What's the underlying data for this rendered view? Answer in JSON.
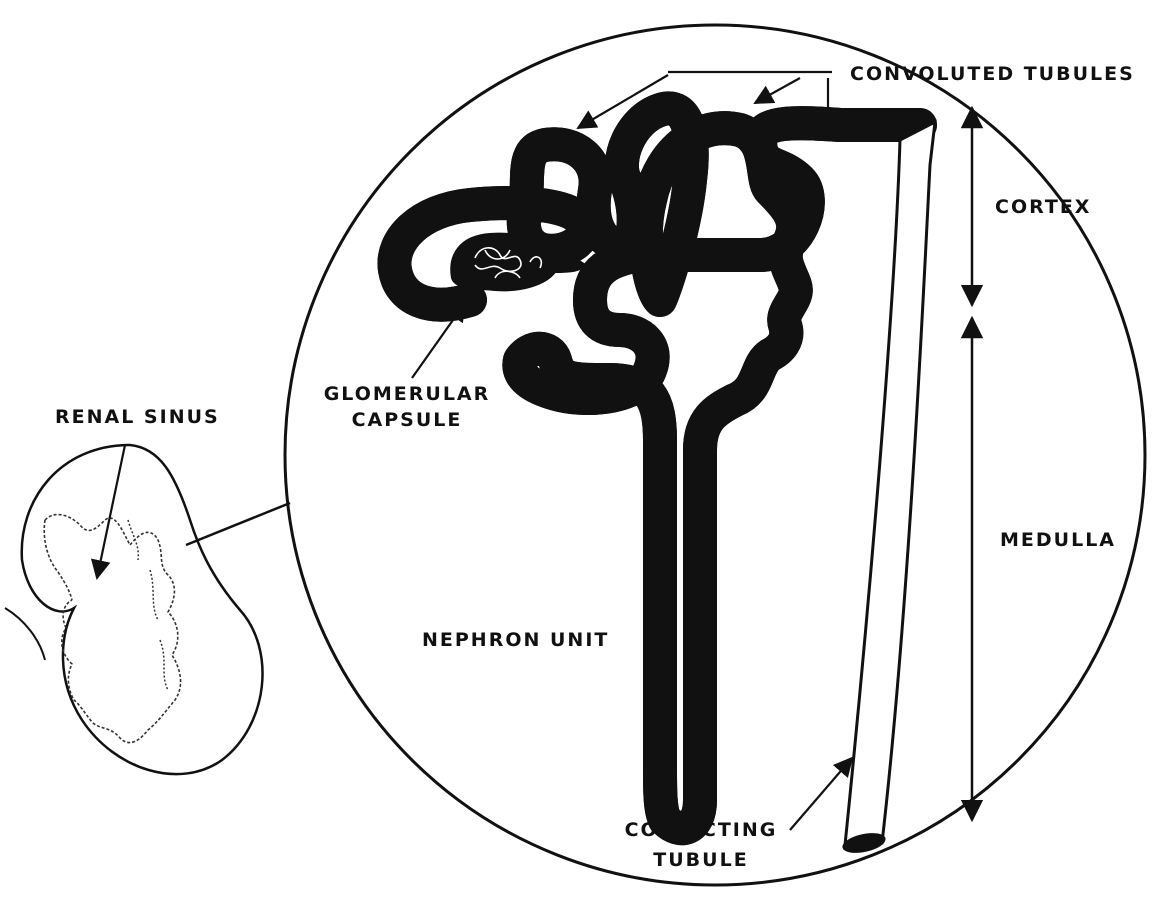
{
  "labels": {
    "convoluted_tubules": "CONVOLUTED TUBULES",
    "cortex": "CORTEX",
    "medulla": "MEDULLA",
    "glomerular_capsule_line1": "GLOMERULAR",
    "glomerular_capsule_line2": "CAPSULE",
    "renal_sinus": "RENAL SINUS",
    "nephron_unit": "NEPHRON UNIT",
    "collecting_tubule_line1": "COLLECTING",
    "collecting_tubule_line2": "TUBULE"
  },
  "colors": {
    "ink": "#111111",
    "background": "#ffffff"
  }
}
